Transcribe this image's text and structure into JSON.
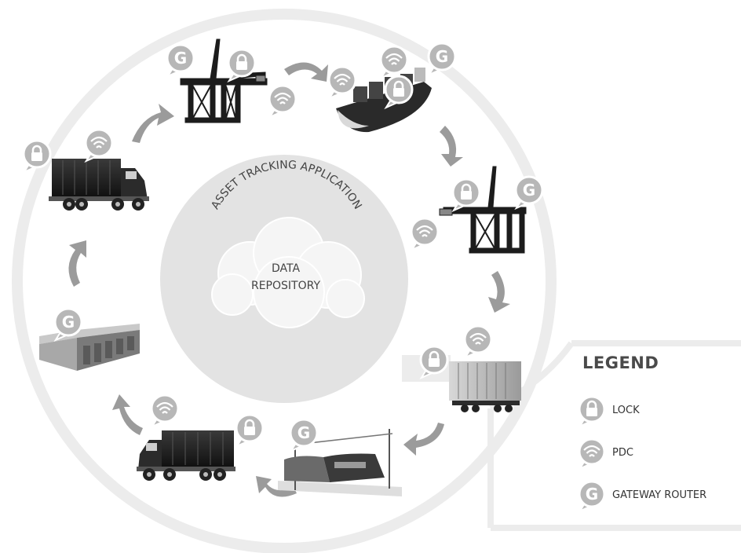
{
  "diagram": {
    "center_arc_text": "ASSET TRACKING APPLICATION",
    "cloud_line1": "DATA",
    "cloud_line2": "REPOSITORY"
  },
  "legend": {
    "title": "LEGEND",
    "items": [
      {
        "label": "LOCK",
        "icon": "lock-icon"
      },
      {
        "label": "PDC",
        "icon": "wifi-icon"
      },
      {
        "label": "GATEWAY ROUTER",
        "icon": "gateway-icon"
      }
    ]
  },
  "gateway_letter": "G",
  "colors": {
    "ring": "#e9e9e9",
    "inner": "#dcdcdc",
    "badge": "#b9b9b9",
    "badge_stroke": "#ffffff",
    "arrow": "#9a9a9a",
    "dark": "#222222"
  }
}
